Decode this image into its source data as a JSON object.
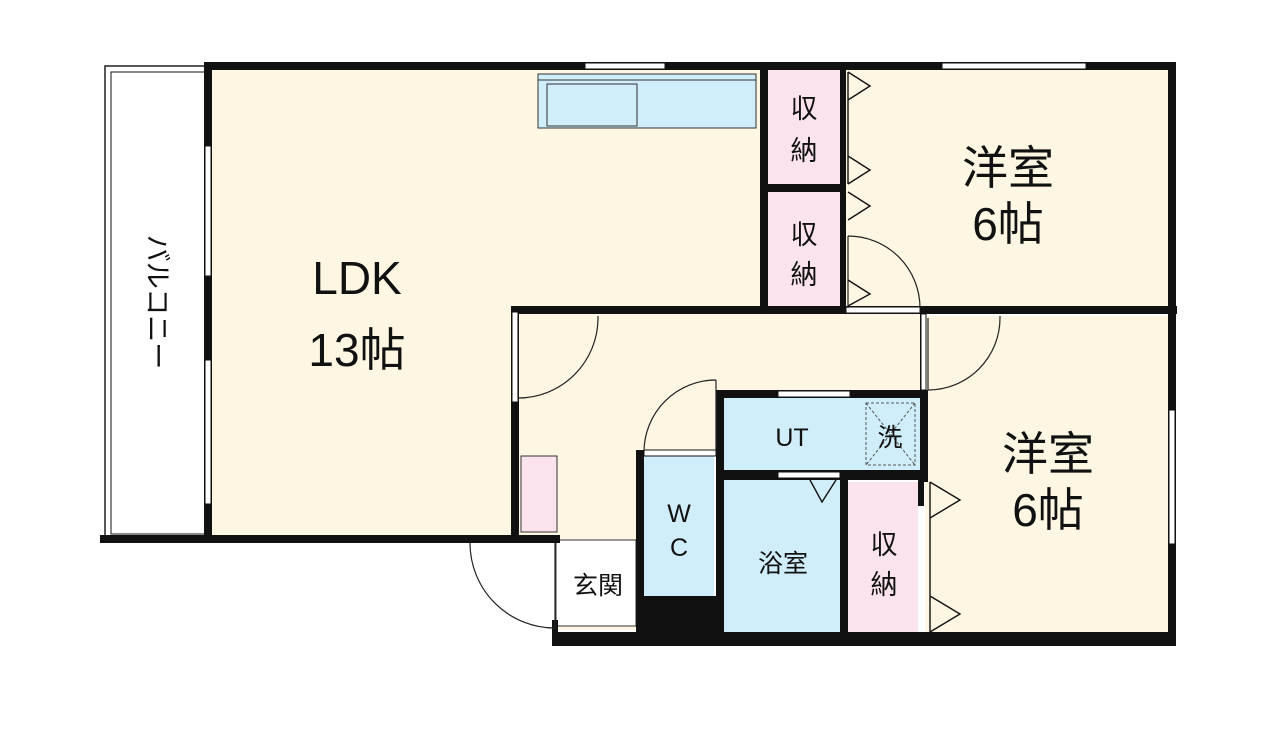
{
  "colors": {
    "wall": "#111111",
    "ldk_floor": "#fdf6e3",
    "wet_area": "#cfeefa",
    "storage": "#fbe3ee",
    "balcony": "#ffffff"
  },
  "rooms": {
    "ldk": {
      "name": "LDK",
      "size": "13帖"
    },
    "western_room_1": {
      "name": "洋室",
      "size": "6帖"
    },
    "western_room_2": {
      "name": "洋室",
      "size": "6帖"
    },
    "balcony": {
      "name": "バルコニー"
    },
    "utility": {
      "name": "UT"
    },
    "washer": {
      "name": "洗"
    },
    "toilet": {
      "line1": "W",
      "line2": "C"
    },
    "bathroom": {
      "name": "浴室"
    },
    "entrance": {
      "name": "玄関"
    },
    "storage_1": {
      "line1": "収",
      "line2": "納"
    },
    "storage_2": {
      "line1": "収",
      "line2": "納"
    },
    "storage_3": {
      "line1": "収",
      "line2": "納"
    }
  }
}
